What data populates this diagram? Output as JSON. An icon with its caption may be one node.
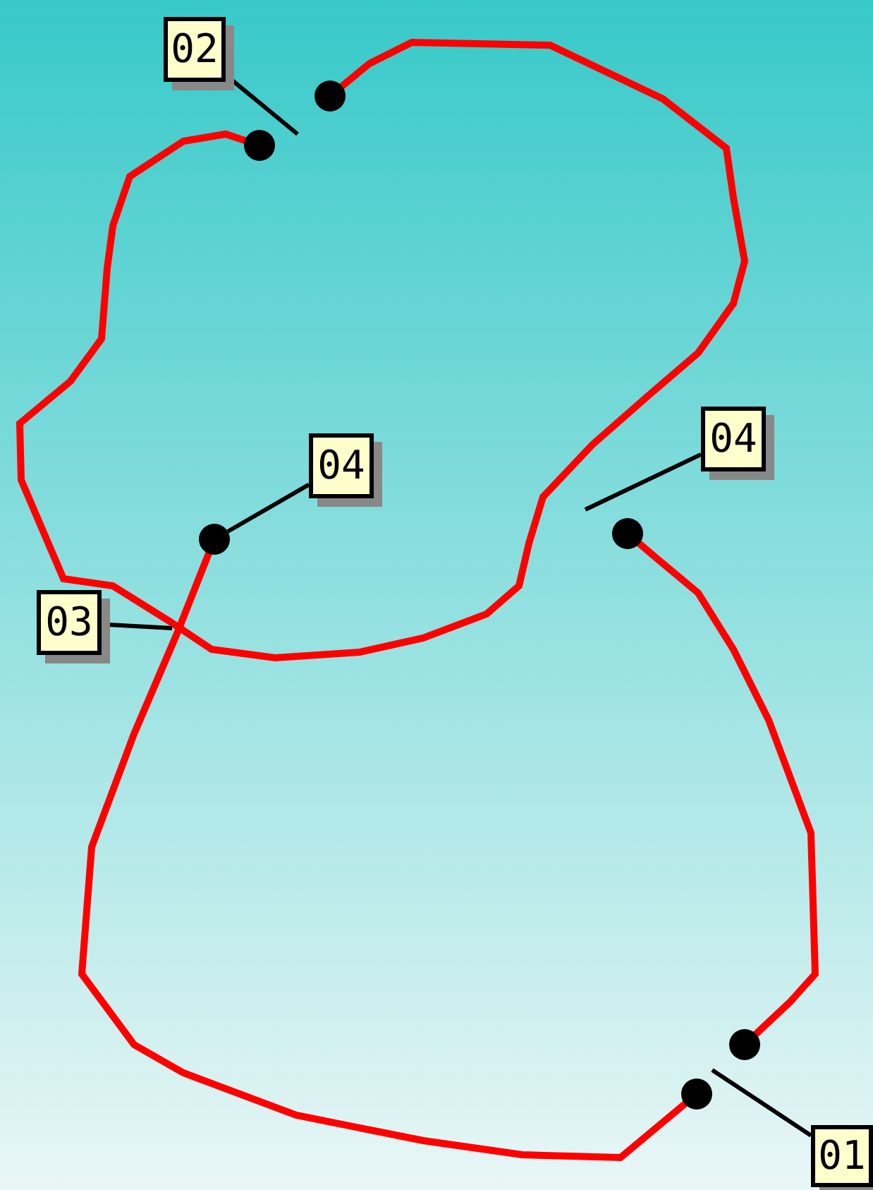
{
  "diagram": {
    "nodes": [
      {
        "text": [
          "02"
        ]
      },
      {
        "text": [
          "04"
        ]
      },
      {
        "text": [
          "04"
        ]
      },
      {
        "text": [
          "03"
        ]
      },
      {
        "text": [
          "01"
        ]
      },
      {
        "text": [],
        "shape": "circle"
      }
    ],
    "edges": [
      {
        "from": 0,
        "to": null,
        "arrow": "none"
      },
      {
        "from": 1,
        "to": null,
        "arrow": "none"
      },
      {
        "from": 2,
        "to": 5,
        "arrow": "none"
      },
      {
        "from": 3,
        "to": null,
        "arrow": "none"
      },
      {
        "from": 4,
        "to": null,
        "arrow": "none"
      }
    ]
  }
}
